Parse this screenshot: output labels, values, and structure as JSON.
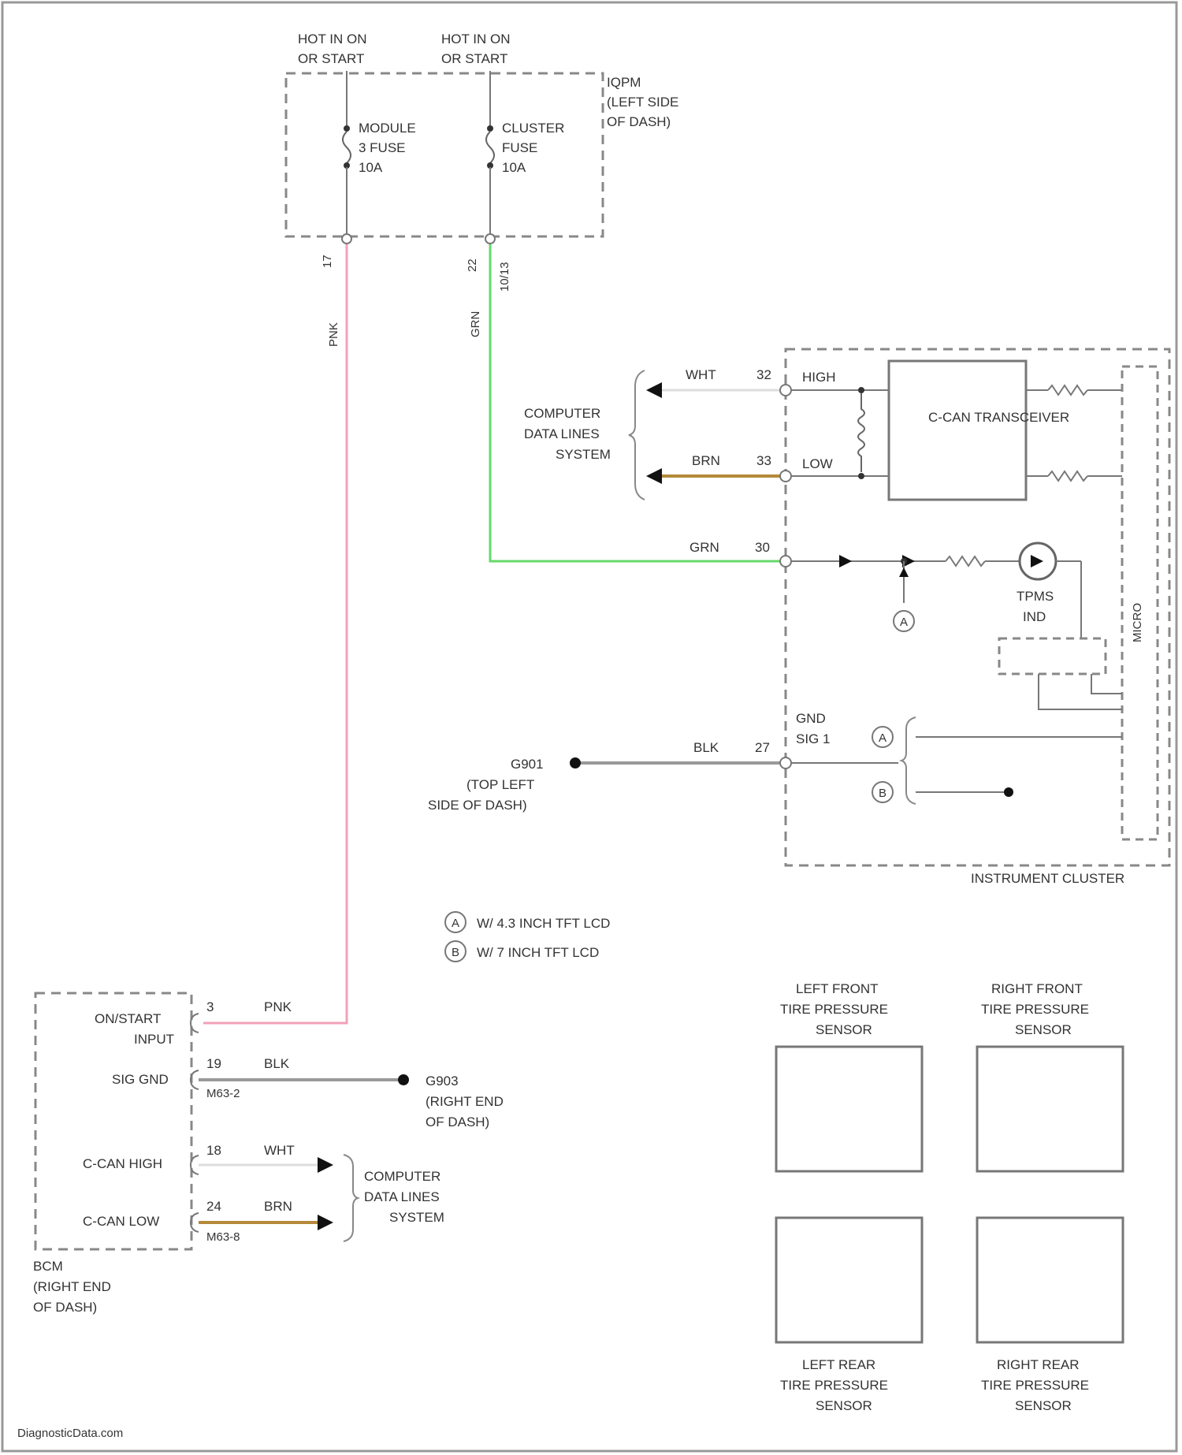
{
  "colors": {
    "pink_wire": "#f2a0b8",
    "green_wire": "#66d96a",
    "brown_wire": "#b58a3a",
    "gray_wire": "#999999",
    "black": "#111111",
    "line": "#777777"
  },
  "ipdm": {
    "title_lines": [
      "IQPM",
      "(LEFT SIDE",
      "OF DASH)"
    ],
    "feed1_lines": [
      "HOT IN ON",
      "OR START"
    ],
    "feed2_lines": [
      "HOT IN ON",
      "OR START"
    ],
    "fuse1_lines": [
      "MODULE",
      "3 FUSE",
      "10A"
    ],
    "fuse2_lines": [
      "CLUSTER",
      "FUSE",
      "10A"
    ],
    "pin1": "17",
    "pin2": "22",
    "pin2_sub": "10/13"
  },
  "wires": {
    "pink_vertical": "PNK",
    "green_vertical": "GRN",
    "wht_top": "WHT",
    "wht_top_pin": "32",
    "brn_top": "BRN",
    "brn_top_pin": "33",
    "grn_horizontal": "GRN",
    "grn_horizontal_pin": "30",
    "blk_top": "BLK",
    "blk_top_pin": "27"
  },
  "cluster": {
    "label": "INSTRUMENT CLUSTER",
    "high": "HIGH",
    "low": "LOW",
    "transceiver": "C-CAN TRANSCEIVER",
    "micro": "MICRO",
    "tpms_lines": [
      "TPMS",
      "IND"
    ],
    "gnd_lines": [
      "GND",
      "SIG 1"
    ],
    "note_a": "A",
    "note_b": "B"
  },
  "data_lines_top": [
    "COMPUTER",
    "DATA LINES",
    "SYSTEM"
  ],
  "ground_top": [
    "G901",
    "(TOP LEFT",
    "SIDE OF DASH)"
  ],
  "legend": {
    "a_symbol": "A",
    "a_text": "W/ 4.3 INCH TFT LCD",
    "b_symbol": "B",
    "b_text": "W/ 7 INCH TFT LCD"
  },
  "bcm": {
    "title_lines": [
      "BCM",
      "(RIGHT END",
      "OF DASH)"
    ],
    "onstart_lines": [
      "ON/START",
      "INPUT"
    ],
    "onstart_pin": "3",
    "onstart_wire": "PNK",
    "sig_gnd": "SIG GND",
    "sig_gnd_pin": "19",
    "sig_gnd_wire": "BLK",
    "sig_gnd_conn": "M63-2",
    "ccan_high": "C-CAN HIGH",
    "ccan_high_pin": "18",
    "ccan_high_wire": "WHT",
    "ccan_low": "C-CAN LOW",
    "ccan_low_pin": "24",
    "ccan_low_wire": "BRN",
    "ccan_low_conn": "M63-8"
  },
  "ground_bcm": [
    "G903",
    "(RIGHT END",
    "OF DASH)"
  ],
  "data_lines_bottom": [
    "COMPUTER",
    "DATA LINES",
    "SYSTEM"
  ],
  "sensors": {
    "lf": [
      "LEFT FRONT",
      "TIRE PRESSURE",
      "SENSOR"
    ],
    "rf": [
      "RIGHT FRONT",
      "TIRE PRESSURE",
      "SENSOR"
    ],
    "lr": [
      "LEFT REAR",
      "TIRE PRESSURE",
      "SENSOR"
    ],
    "rr": [
      "RIGHT REAR",
      "TIRE PRESSURE",
      "SENSOR"
    ]
  },
  "watermark": "DiagnosticData.com"
}
